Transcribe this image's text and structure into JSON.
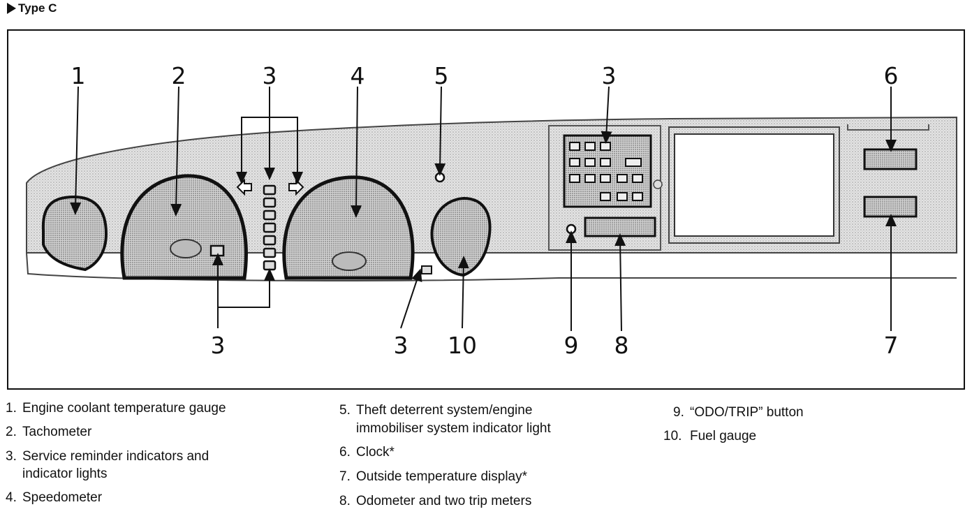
{
  "header": {
    "title": "Type C"
  },
  "callouts": {
    "c1": "1",
    "c2": "2",
    "c3_top_left": "3",
    "c4": "4",
    "c5": "5",
    "c3_top_right": "3",
    "c6": "6",
    "c3_bottom_left": "3",
    "c3_bottom_mid": "3",
    "c10": "10",
    "c9": "9",
    "c8": "8",
    "c7": "7"
  },
  "legend": {
    "col1": [
      {
        "num": "1.",
        "lines": [
          "Engine coolant temperature gauge"
        ]
      },
      {
        "num": "2.",
        "lines": [
          "Tachometer"
        ]
      },
      {
        "num": "3.",
        "lines": [
          "Service reminder indicators and",
          "indicator lights"
        ]
      },
      {
        "num": "4.",
        "lines": [
          "Speedometer"
        ]
      }
    ],
    "col2": [
      {
        "num": "5.",
        "lines": [
          "Theft deterrent system/engine",
          "immobiliser system indicator light"
        ]
      },
      {
        "num": "6.",
        "lines": [
          "Clock*"
        ]
      },
      {
        "num": "7.",
        "lines": [
          "Outside temperature display*"
        ]
      },
      {
        "num": "8.",
        "lines": [
          "Odometer and two trip meters"
        ]
      }
    ],
    "col3": [
      {
        "num": "9.",
        "lines": [
          "“ODO/TRIP” button"
        ]
      },
      {
        "num": "10.",
        "lines": [
          "Fuel gauge"
        ]
      }
    ]
  }
}
